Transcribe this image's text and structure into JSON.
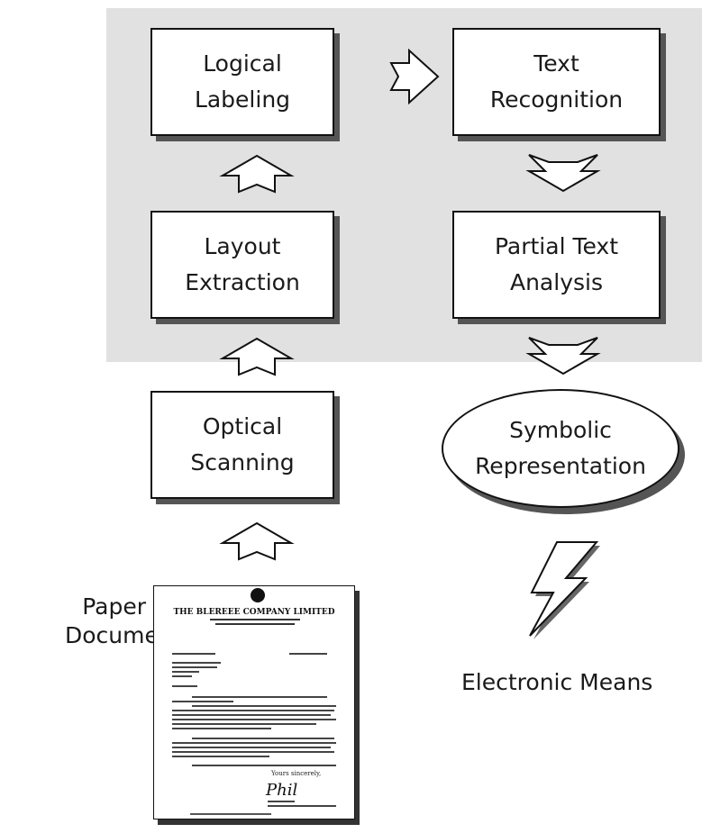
{
  "boxes": {
    "logical_labeling": [
      "Logical",
      "Labeling"
    ],
    "text_recognition": [
      "Text",
      "Recognition"
    ],
    "layout_extraction": [
      "Layout",
      "Extraction"
    ],
    "partial_text_analysis": [
      "Partial Text",
      "Analysis"
    ],
    "optical_scanning": [
      "Optical",
      "Scanning"
    ]
  },
  "ellipse": [
    "Symbolic",
    "Representation"
  ],
  "labels": {
    "paper_document": [
      "Paper",
      "Document"
    ],
    "electronic_means": "Electronic Means"
  },
  "document": {
    "letterhead": "THE BLEREEE COMPANY LIMITED",
    "closing": "Yours sincerely,",
    "signature": "Phil"
  }
}
